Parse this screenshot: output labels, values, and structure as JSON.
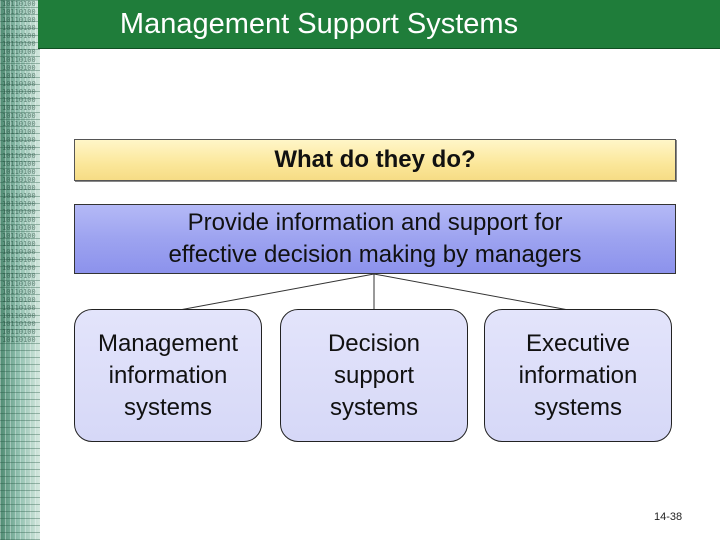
{
  "header": {
    "title": "Management Support Systems"
  },
  "question": {
    "text": "What do they do?"
  },
  "main": {
    "line1": "Provide information and support for",
    "line2": "effective decision making by managers"
  },
  "systems": [
    {
      "line1": "Management",
      "line2": "information",
      "line3": "systems"
    },
    {
      "line1": "Decision",
      "line2": "support",
      "line3": "systems"
    },
    {
      "line1": "Executive",
      "line2": "information",
      "line3": "systems"
    }
  ],
  "footer": {
    "slide_number": "14-38"
  },
  "colors": {
    "title_bar": "#1f7d3a",
    "question_fill": "#fbe79a",
    "main_fill": "#9da3f0",
    "system_fill": "#dcdef8"
  }
}
